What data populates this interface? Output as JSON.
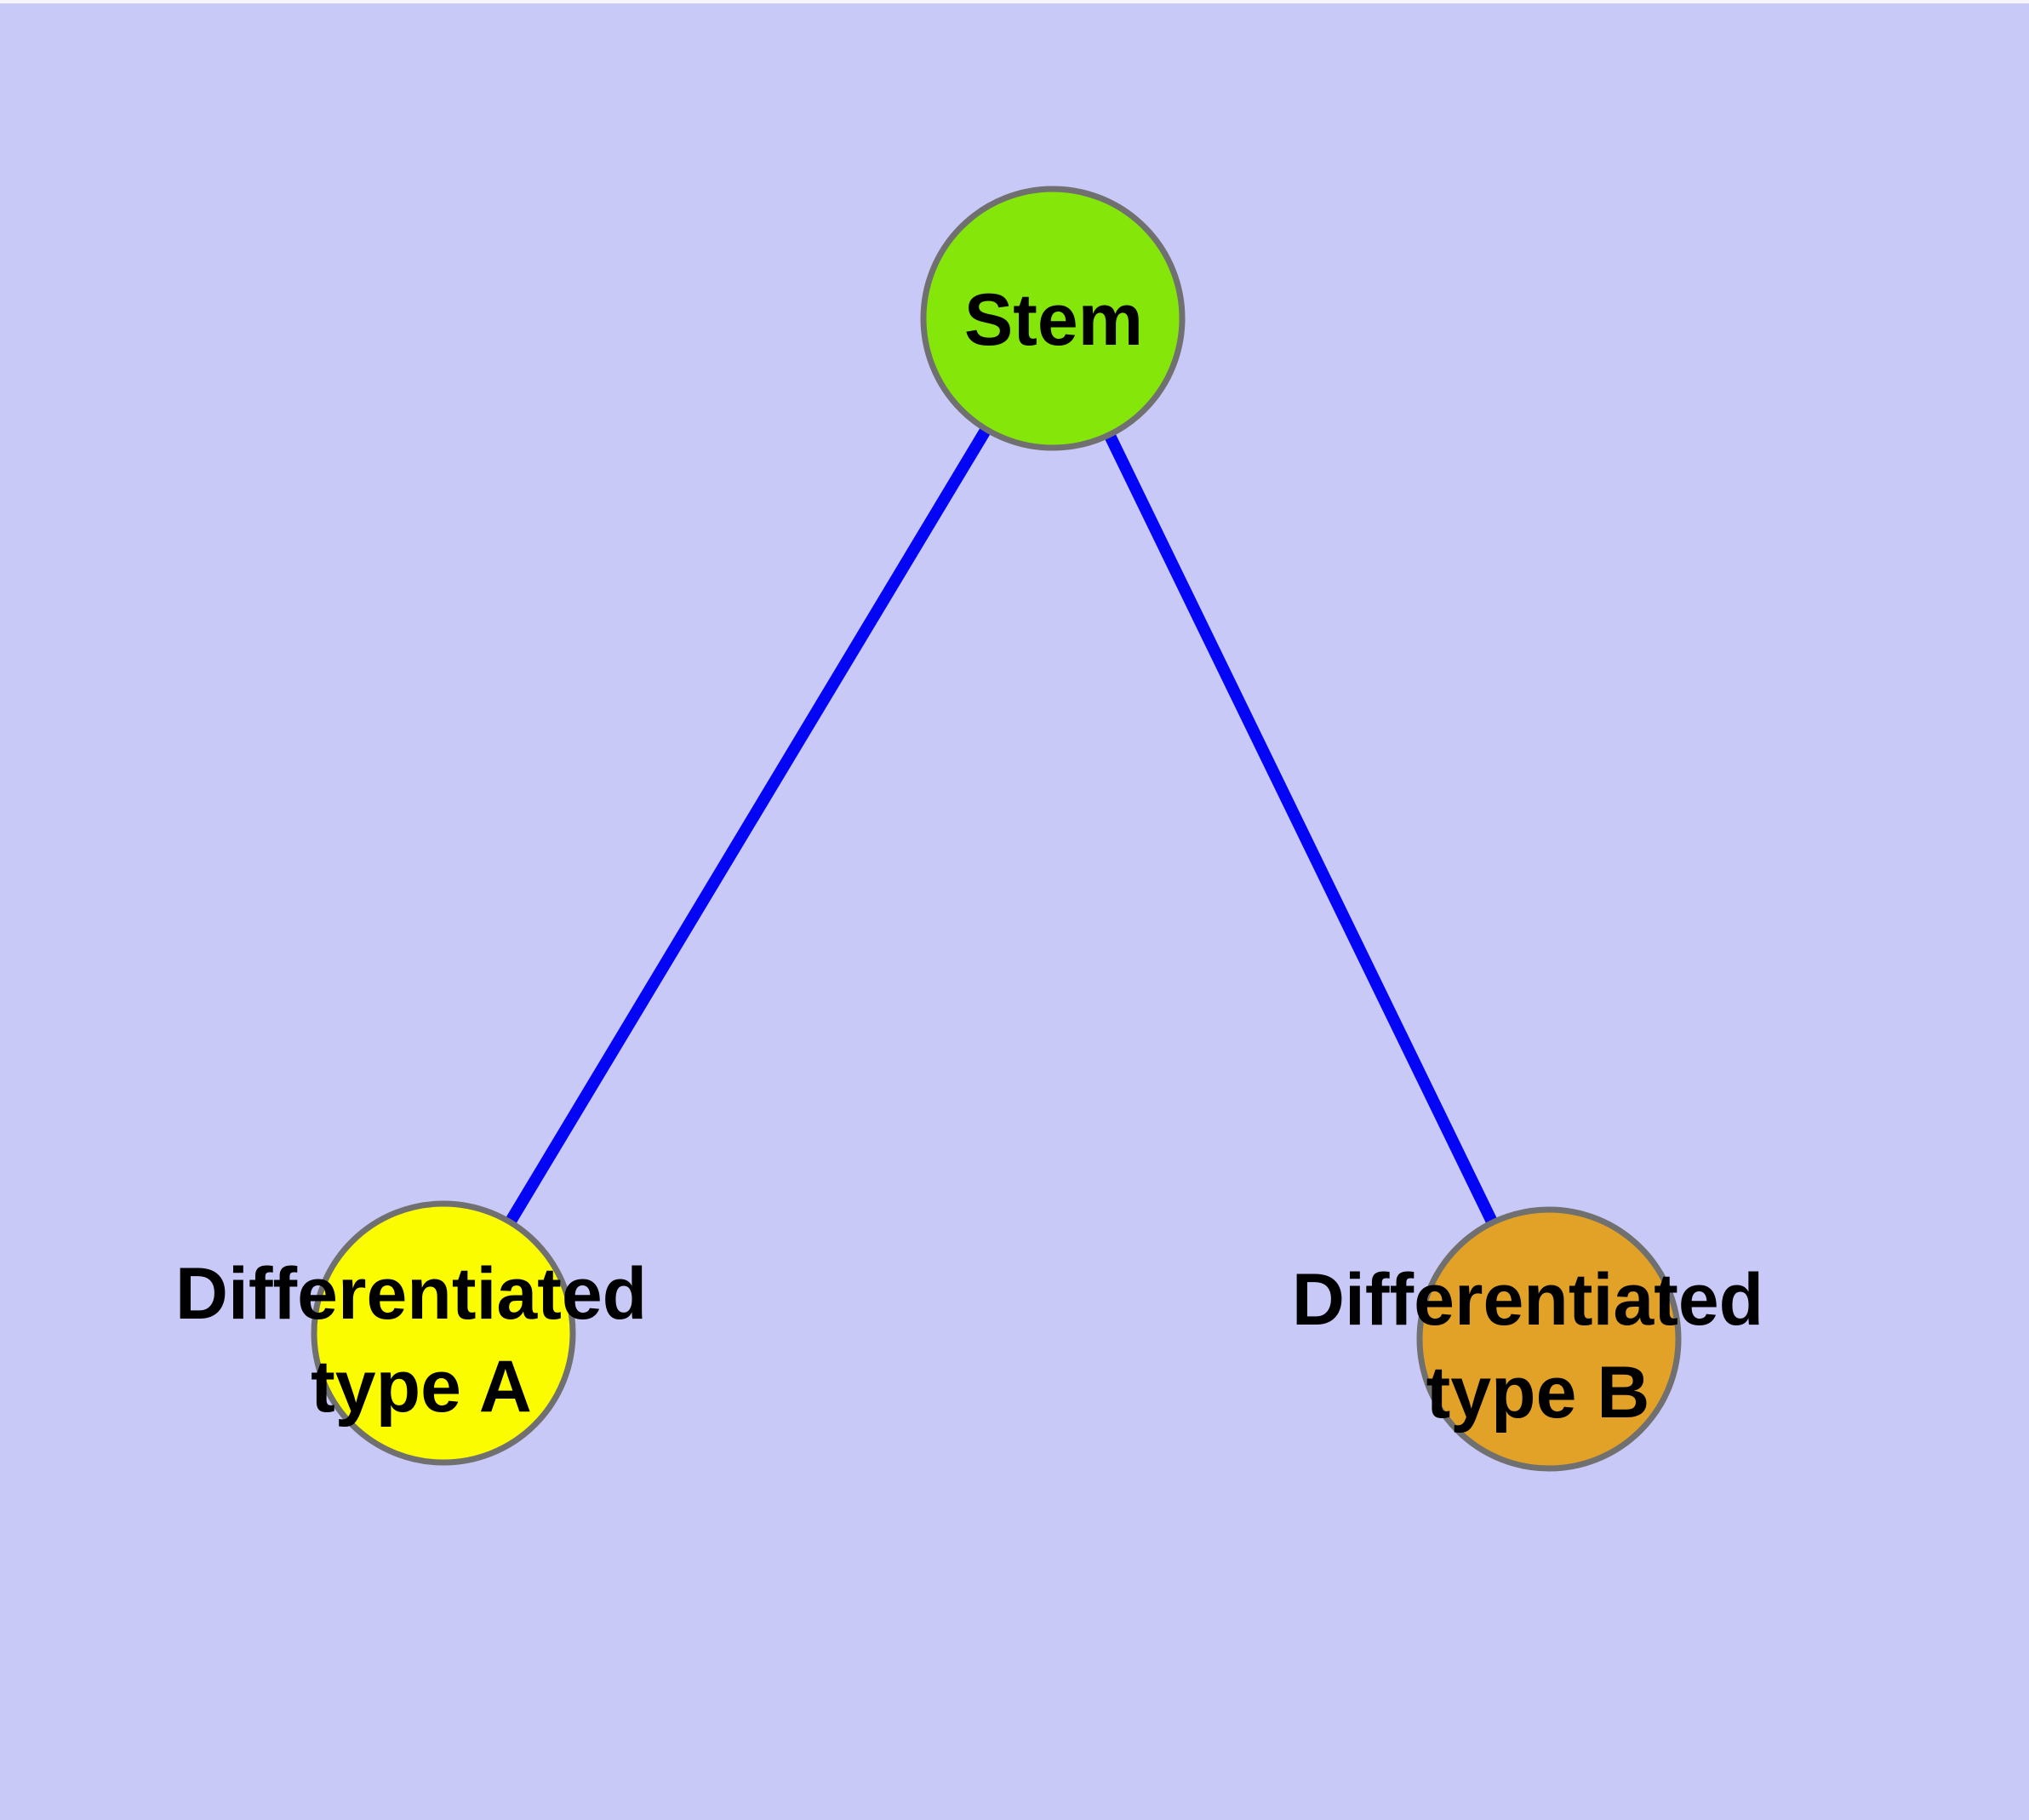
{
  "figure": {
    "kind": "graph-diagram",
    "colors": {
      "background": "#C9C9F8",
      "edge": "#0505F5",
      "node_border": "#707070",
      "label": "#000000"
    },
    "nodes": [
      {
        "id": "stem",
        "label_lines": [
          "Stem"
        ],
        "fill": "#85E60A"
      },
      {
        "id": "differentiated-type-a",
        "label_lines": [
          "Differentiated",
          "type A"
        ],
        "fill": "#FCFC00"
      },
      {
        "id": "differentiated-type-b",
        "label_lines": [
          "Differentiated",
          "type B"
        ],
        "fill": "#E2A127"
      }
    ],
    "edges": [
      {
        "from": "Stem",
        "to": "Differentiated type A"
      },
      {
        "from": "Stem",
        "to": "Differentiated type B"
      }
    ]
  }
}
